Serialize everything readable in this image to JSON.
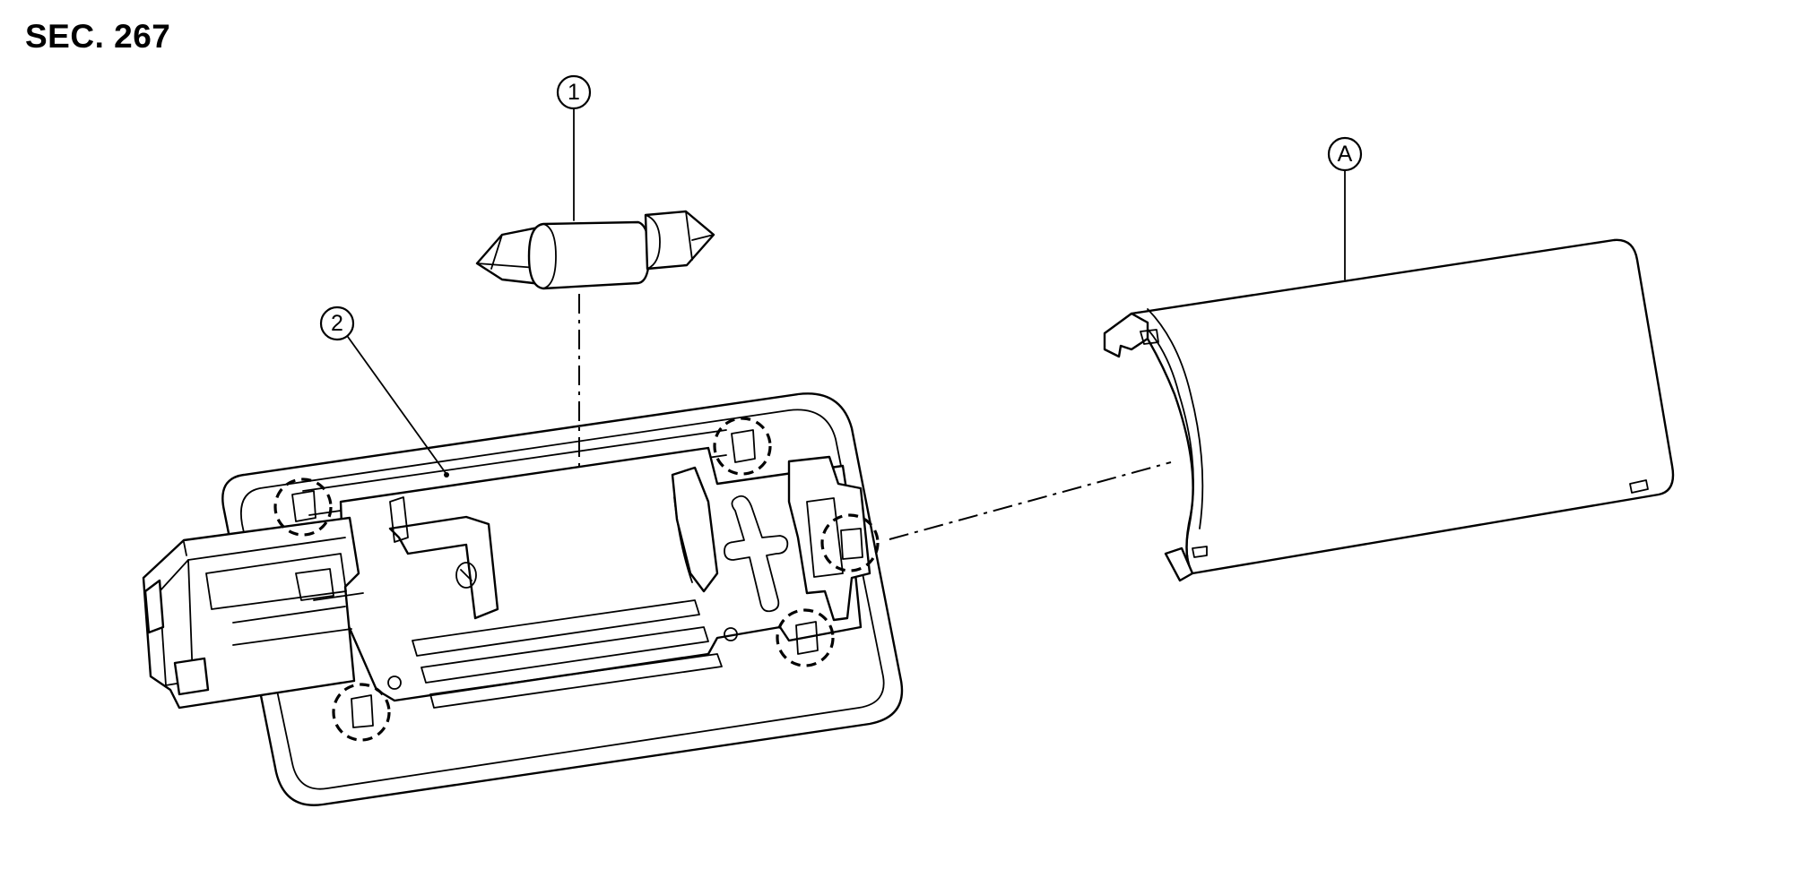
{
  "section_label": "SEC. 267",
  "callouts": {
    "bulb": "1",
    "lamp_housing": "2",
    "lens_cover": "A"
  }
}
